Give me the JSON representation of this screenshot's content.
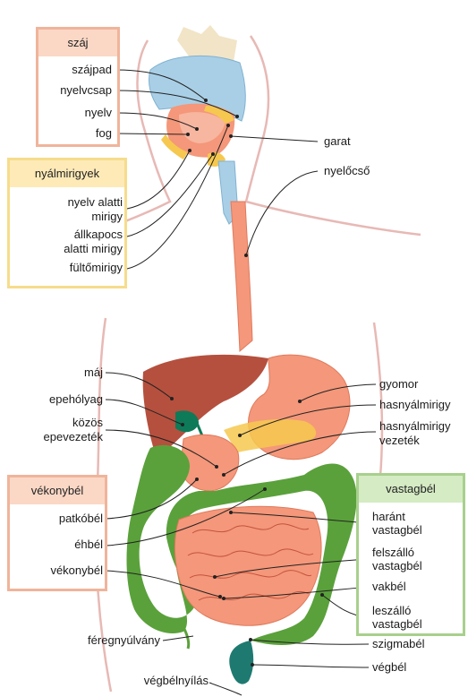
{
  "groups": {
    "szaj": "száj",
    "nyalmirigyek": "nyálmirigyek",
    "vekonybel": "vékonybél",
    "vastagbel": "vastagbél"
  },
  "labels": {
    "szajpad": "szájpad",
    "nyelvcsap": "nyelvcsap",
    "nyelv": "nyelv",
    "fog": "fog",
    "garat": "garat",
    "nyelocso": "nyelőcső",
    "nyelv_alatti_1": "nyelv alatti",
    "nyelv_alatti_2": "mirigy",
    "allkapocs_1": "állkapocs",
    "allkapocs_2": "alatti mirigy",
    "fultomirigy": "fültőmirigy",
    "maj": "máj",
    "epeholyag": "epehólyag",
    "kozos_1": "közös",
    "kozos_2": "epevezeték",
    "gyomor": "gyomor",
    "hasnyalmirigy": "hasnyálmirigy",
    "hasnyal_vez_1": "hasnyálmirigy",
    "hasnyal_vez_2": "vezeték",
    "patkobel": "patkóbél",
    "ehbel": "éhbél",
    "vekonybel": "vékonybél",
    "feregnyulvany": "féregnyúlvány",
    "vegbelnyilas": "végbélnyílás",
    "harant_1": "haránt",
    "harant_2": "vastagbél",
    "felszallo_1": "felszálló",
    "felszallo_2": "vastagbél",
    "vakbel": "vakbél",
    "leszallo_1": "leszálló",
    "leszallo_2": "vastagbél",
    "szigmabel": "szigmabél",
    "vegbel": "végbél"
  },
  "colors": {
    "salmon_box_border": "#f0b49a",
    "salmon_box_header": "#fbd8c6",
    "yellow_box_border": "#f6dc8c",
    "yellow_box_header": "#fdeab7",
    "green_box_border": "#a8d08d",
    "green_box_header": "#d5ebc4",
    "organ_salmon": "#f4977a",
    "liver": "#b5503e",
    "colon_green": "#5aa13b",
    "gall": "#0e7a58",
    "mouth_blue": "#a9cfe6",
    "body_outline": "#e7b9b5"
  }
}
